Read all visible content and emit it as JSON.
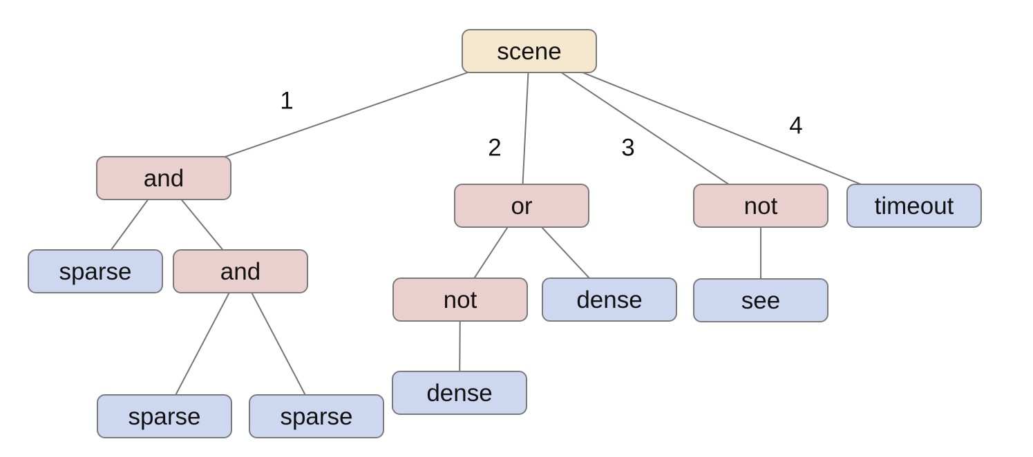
{
  "diagram_type": "tree",
  "colors": {
    "background": "#ffffff",
    "root_fill": "#f6e8cf",
    "operator_fill": "#e9cfce",
    "leaf_fill": "#cdd8f0",
    "node_border": "#7a7a7a",
    "edge_line": "#757575",
    "text": "#111111"
  },
  "nodes": {
    "scene": {
      "label": "scene",
      "role": "root"
    },
    "and1": {
      "label": "and",
      "role": "operator"
    },
    "or1": {
      "label": "or",
      "role": "operator"
    },
    "not1": {
      "label": "not",
      "role": "operator"
    },
    "timeout1": {
      "label": "timeout",
      "role": "leaf"
    },
    "sparse1": {
      "label": "sparse",
      "role": "leaf"
    },
    "and2": {
      "label": "and",
      "role": "operator"
    },
    "not2": {
      "label": "not",
      "role": "operator"
    },
    "dense1": {
      "label": "dense",
      "role": "leaf"
    },
    "see1": {
      "label": "see",
      "role": "leaf"
    },
    "sparse2": {
      "label": "sparse",
      "role": "leaf"
    },
    "sparse3": {
      "label": "sparse",
      "role": "leaf"
    },
    "dense2": {
      "label": "dense",
      "role": "leaf"
    }
  },
  "edges": [
    {
      "from": "scene",
      "to": "and1",
      "label": "1"
    },
    {
      "from": "scene",
      "to": "or1",
      "label": "2"
    },
    {
      "from": "scene",
      "to": "not1",
      "label": "3"
    },
    {
      "from": "scene",
      "to": "timeout1",
      "label": "4"
    },
    {
      "from": "and1",
      "to": "sparse1",
      "label": ""
    },
    {
      "from": "and1",
      "to": "and2",
      "label": ""
    },
    {
      "from": "and2",
      "to": "sparse2",
      "label": ""
    },
    {
      "from": "and2",
      "to": "sparse3",
      "label": ""
    },
    {
      "from": "or1",
      "to": "not2",
      "label": ""
    },
    {
      "from": "or1",
      "to": "dense1",
      "label": ""
    },
    {
      "from": "not1",
      "to": "see1",
      "label": ""
    },
    {
      "from": "not2",
      "to": "dense2",
      "label": ""
    }
  ]
}
